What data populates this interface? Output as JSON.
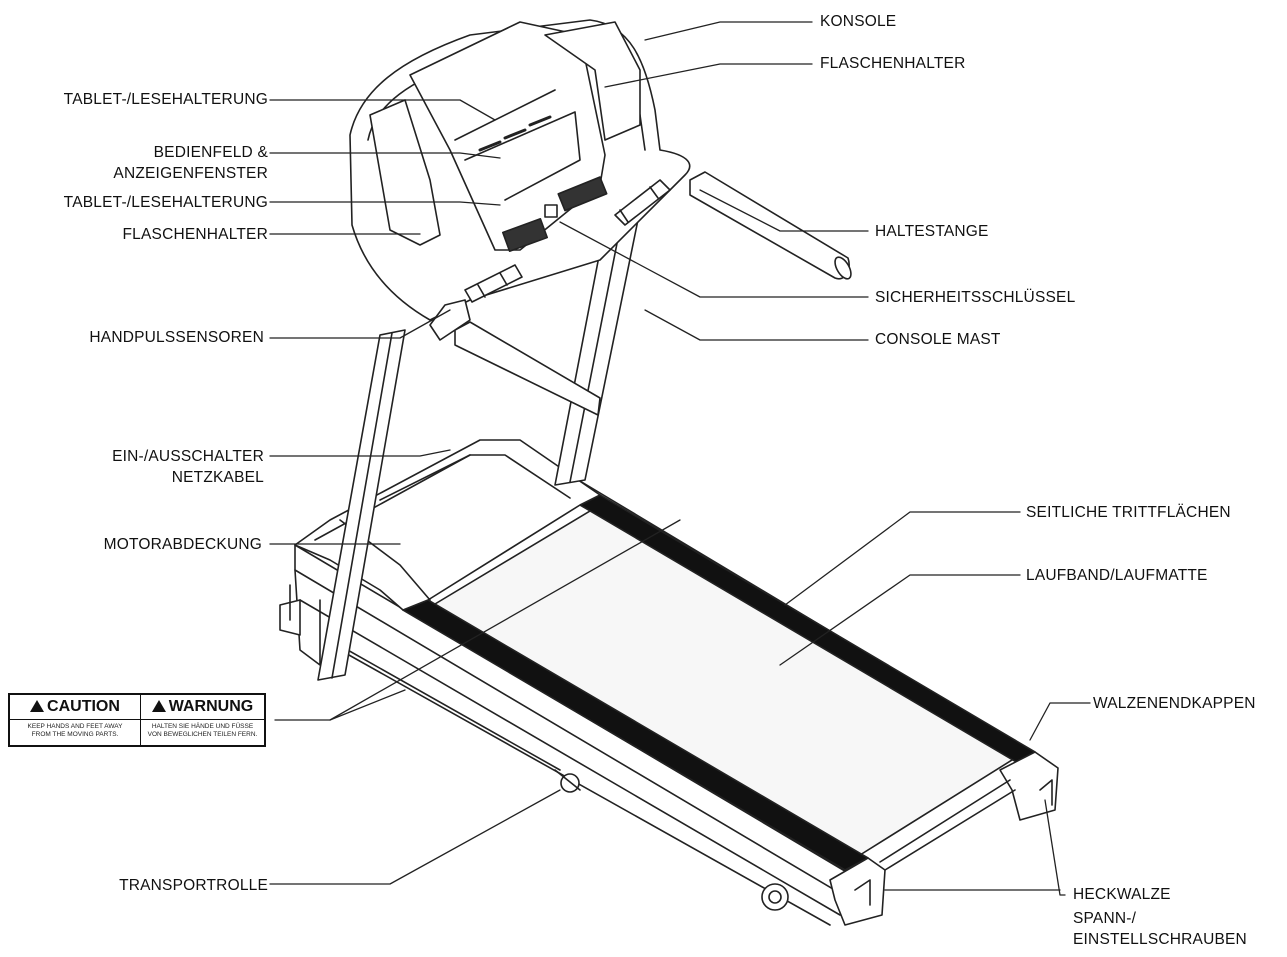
{
  "labels": {
    "konsole": "KONSOLE",
    "flaschenhalter_right": "FLASCHENHALTER",
    "tablet_halterung_top": "TABLET-/LESEHALTERUNG",
    "bedienfeld_line1": "BEDIENFELD &",
    "bedienfeld_line2": "ANZEIGENFENSTER",
    "tablet_halterung_bottom": "TABLET-/LESEHALTERUNG",
    "flaschenhalter_left": "FLASCHENHALTER",
    "haltestange": "HALTESTANGE",
    "sicherheitsschluessel": "SICHERHEITSSCHLÜSSEL",
    "handpulssensoren": "HANDPULSSENSOREN",
    "console_mast": "CONSOLE MAST",
    "ein_ausschalter": "EIN-/AUSSCHALTER",
    "netzkabel": "NETZKABEL",
    "seitliche_trittflaechen": "SEITLICHE TRITTFLÄCHEN",
    "motorabdeckung": "MOTORABDECKUNG",
    "laufband": "LAUFBAND/LAUFMATTE",
    "walzenendkappen": "WALZENENDKAPPEN",
    "transportrolle": "TRANSPORTROLLE",
    "heckwalze": "HECKWALZE",
    "spann_line1": "SPANN-/",
    "spann_line2": "EINSTELLSCHRAUBEN"
  },
  "warning_label": {
    "caution_title": "CAUTION",
    "caution_text_line1": "KEEP HANDS AND FEET AWAY",
    "caution_text_line2": "FROM THE MOVING PARTS.",
    "warnung_title": "WARNUNG",
    "warnung_text_line1": "HALTEN SIE HÄNDE UND FÜSSE",
    "warnung_text_line2": "VON BEWEGLICHEN TEILEN FERN."
  }
}
